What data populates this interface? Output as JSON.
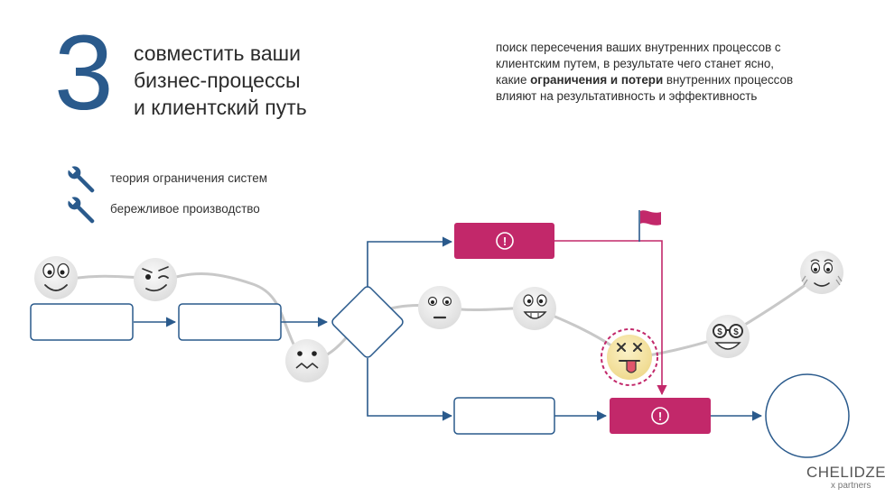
{
  "header": {
    "number": "3",
    "title_lines": [
      "совместить ваши",
      "бизнес-процессы",
      "и клиентский путь"
    ]
  },
  "description": {
    "line1": "поиск пересечения ваших внутренних процессов с",
    "line2": "клиентским путем, в результате чего станет ясно,",
    "line3_pre": "какие ",
    "line3_bold": "ограничения и потери",
    "line3_post": " внутренних процессов",
    "line4": "влияют на результативность и эффективность"
  },
  "tools": [
    {
      "icon": "wrench-icon",
      "label": "теория ограничения систем"
    },
    {
      "icon": "wrench-icon",
      "label": "бережливое производство"
    }
  ],
  "diagram": {
    "alert_symbol": "!",
    "emojis": [
      "happy-face",
      "winking-face",
      "grimacing-face",
      "neutral-face",
      "grinning-face",
      "dizzy-tongue-face",
      "money-eyes-face",
      "worried-face"
    ]
  },
  "colors": {
    "accent_blue": "#2a5a8c",
    "alert_crimson": "#c2286a",
    "line_gray": "#c8c8c8",
    "face_gray": "#ececec",
    "face_yellow": "#f7e8a8"
  },
  "logo": {
    "main": "CHELIDZE",
    "sub": "x partners"
  }
}
